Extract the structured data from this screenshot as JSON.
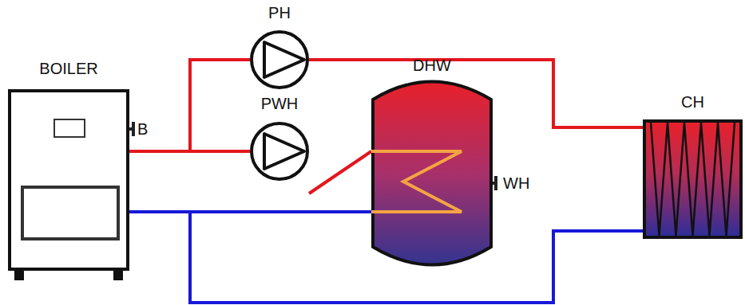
{
  "diagram": {
    "nodes": [
      {
        "text": [
          "BOILER"
        ]
      },
      {
        "text": [
          "PH"
        ]
      },
      {
        "text": [
          "PWH"
        ]
      },
      {
        "text": [
          "DHW"
        ]
      },
      {
        "text": [
          "CH"
        ]
      }
    ],
    "edges": [
      {
        "from": 0,
        "to": 1,
        "arrow": "none"
      },
      {
        "from": 0,
        "to": 2,
        "arrow": "none"
      },
      {
        "from": 1,
        "to": 4,
        "arrow": "none"
      },
      {
        "from": 2,
        "to": 3,
        "arrow": "none"
      },
      {
        "from": 3,
        "to": 0,
        "arrow": "none"
      },
      {
        "from": 4,
        "to": 0,
        "arrow": "none"
      }
    ],
    "labels": [
      "B",
      "WH"
    ]
  }
}
